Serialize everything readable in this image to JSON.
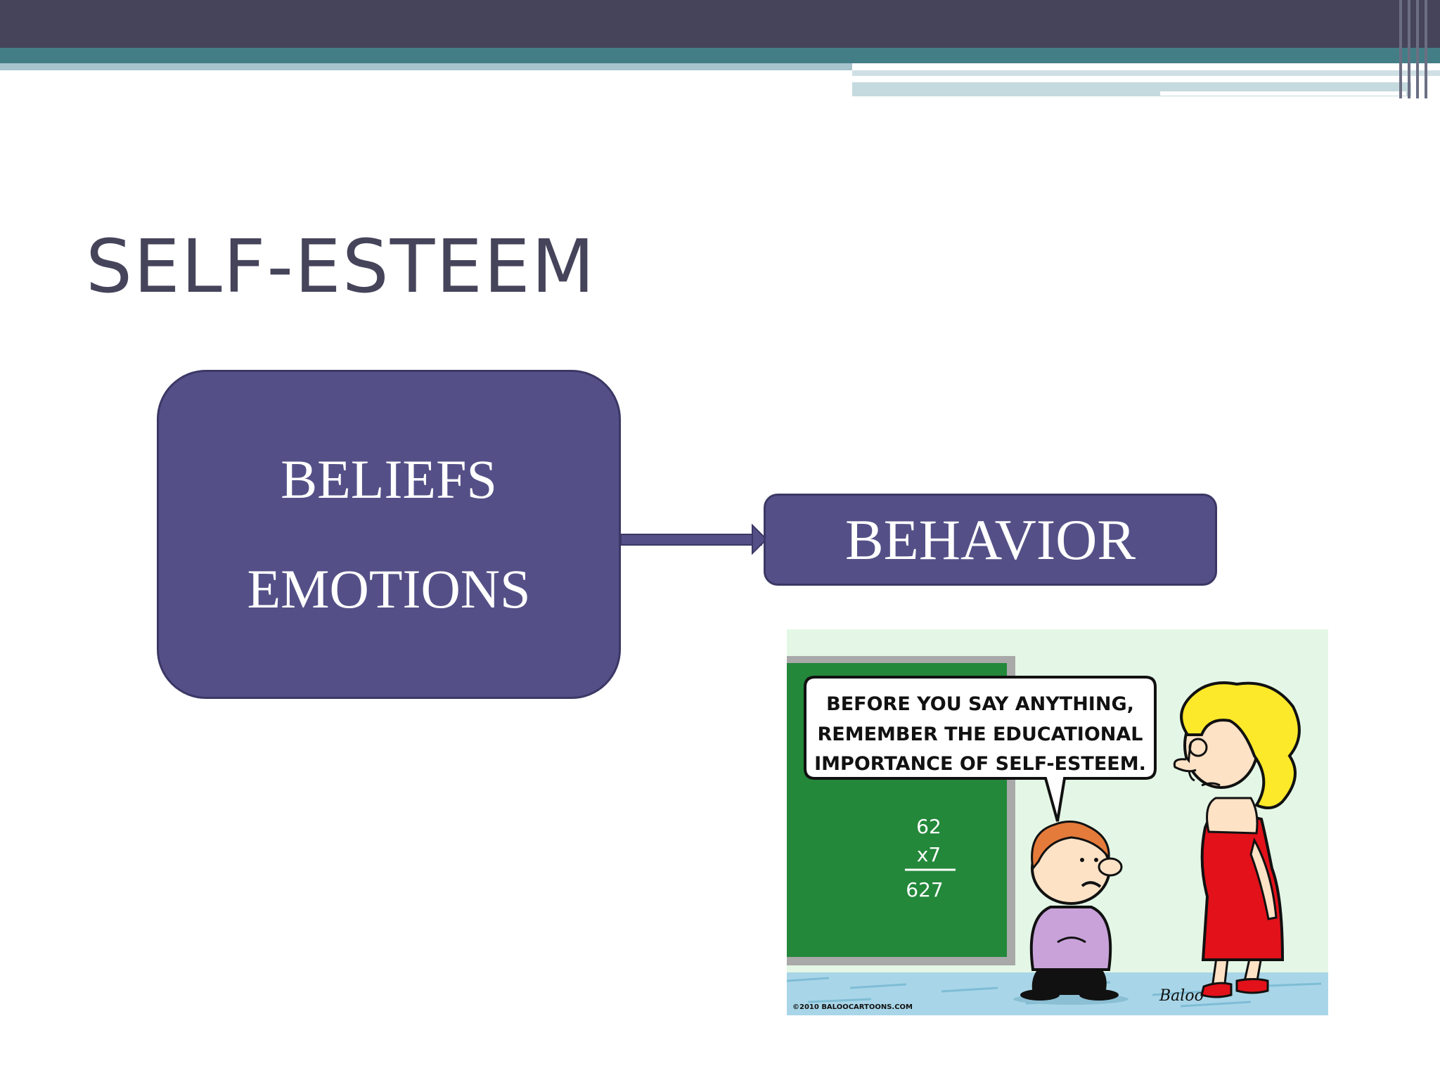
{
  "slide": {
    "title": "SELF-ESTEEM"
  },
  "diagram": {
    "source_box": {
      "lines": [
        "BELIEFS",
        "EMOTIONS"
      ]
    },
    "target_box": {
      "label": "BEHAVIOR"
    }
  },
  "cartoon": {
    "speech": [
      "BEFORE YOU SAY ANYTHING,",
      "REMEMBER THE EDUCATIONAL",
      "IMPORTANCE OF SELF-ESTEEM."
    ],
    "board": {
      "top": "62",
      "mult": "x7",
      "result": "627"
    },
    "signature": "Baloo",
    "copyright": "©2010 BALOOCARTOONS.COM"
  },
  "colors": {
    "header": "#45445a",
    "accent_teal": "#437e87",
    "box_fill": "#545087",
    "title_text": "#45445a"
  }
}
